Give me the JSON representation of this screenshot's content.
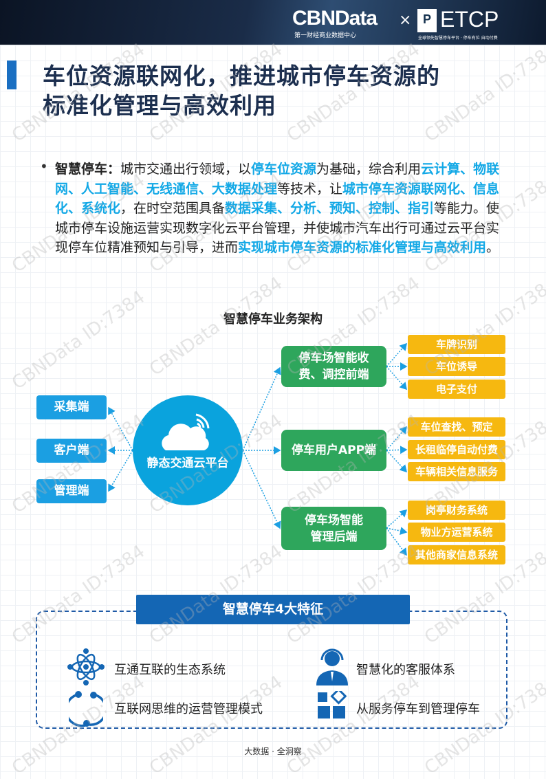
{
  "header": {
    "brand1": "CBNData",
    "brand1_sub": "第一财经商业数据中心",
    "times": "×",
    "brand2_mark": "P",
    "brand2": "ETCP",
    "brand2_sub": "全球领先智慧停车平台 · 停车有位 自动付费"
  },
  "title": {
    "line1": "车位资源联网化，推进城市停车资源的",
    "line2": "标准化管理与高效利用"
  },
  "paragraph": {
    "bullet": "•",
    "segments": [
      {
        "t": "智慧停车：",
        "s": "k"
      },
      {
        "t": "城市交通出行领域，以",
        "s": ""
      },
      {
        "t": "停车位资源",
        "s": "b"
      },
      {
        "t": "为基础，综合利用",
        "s": ""
      },
      {
        "t": "云计算、物联网、人工智能、无线通信、大数据处理",
        "s": "b"
      },
      {
        "t": "等技术，让",
        "s": ""
      },
      {
        "t": "城市停车资源联网化、信息化、系统化",
        "s": "b"
      },
      {
        "t": "，在时空范围具备",
        "s": ""
      },
      {
        "t": "数据采集、分析、预知、控制、指引",
        "s": "b"
      },
      {
        "t": "等能力。使城市停车设施运营实现数字化云平台管理，并使城市汽车出行可通过云平台实现停车位精准预知与引导，进而",
        "s": ""
      },
      {
        "t": "实现城市停车资源的标准化管理与高效利用",
        "s": "b"
      },
      {
        "t": "。",
        "s": ""
      }
    ]
  },
  "diagram": {
    "title": "智慧停车业务架构",
    "center": "静态交通云平台",
    "left": [
      "采集端",
      "客户端",
      "管理端"
    ],
    "branches": [
      {
        "label": "停车场智能收费、调控前端",
        "items": [
          "车牌识别",
          "车位诱导",
          "电子支付"
        ]
      },
      {
        "label": "停车用户APP端",
        "items": [
          "车位查找、预定",
          "长租临停自动付费",
          "车辆相关信息服务"
        ]
      },
      {
        "label": "停车场智能管理后端",
        "items": [
          "岗亭财务系统",
          "物业方运营系统",
          "其他商家信息系统"
        ]
      }
    ]
  },
  "features": {
    "title": "智慧停车4大特征",
    "items": [
      "互通互联的生态系统",
      "智慧化的客服体系",
      "互联网思维的运营管理模式",
      "从服务停车到管理停车"
    ]
  },
  "footer": "大数据 · 全洞察",
  "watermark": "CBNData ID:7384",
  "colors": {
    "blue": "#1b9fe2",
    "green": "#2ea65c",
    "yellow": "#f6b810",
    "navy": "#1466b4"
  }
}
